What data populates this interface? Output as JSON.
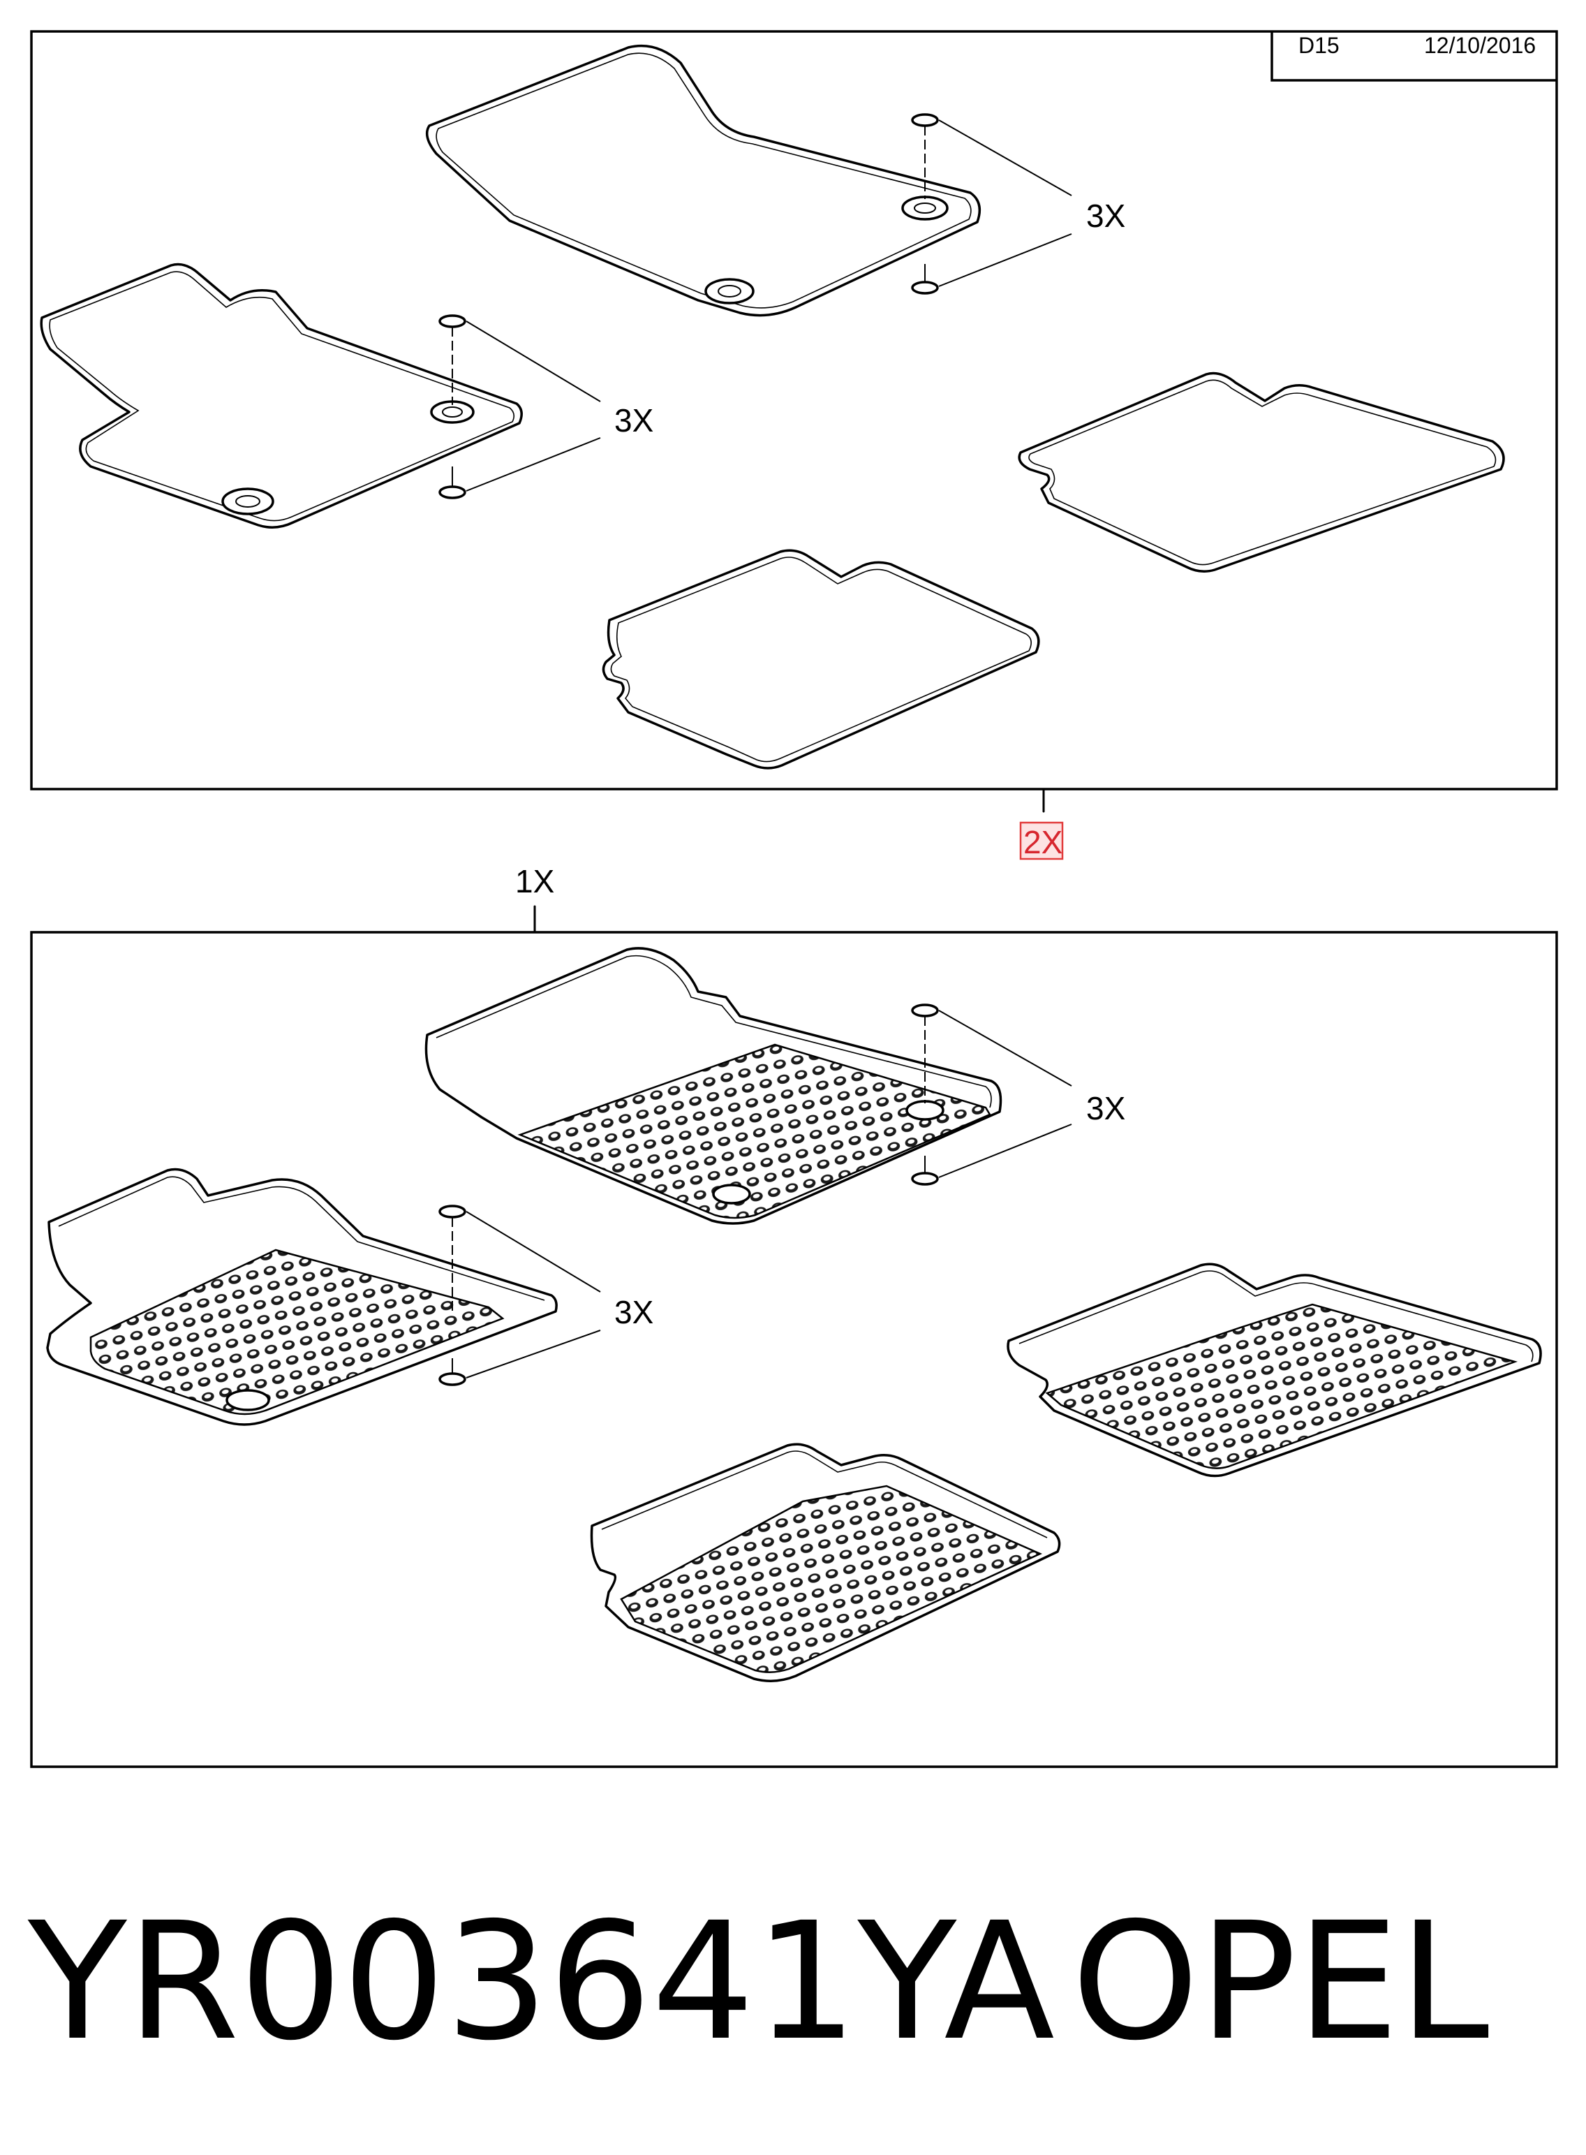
{
  "header": {
    "diagram_code": "D15",
    "date": "12/10/2016"
  },
  "callouts": {
    "upper_front_clip_qty": "3X",
    "upper_rear_clip_qty": "3X",
    "upper_set_qty": "2X",
    "lower_set_qty": "1X",
    "lower_front_clip_qty": "3X",
    "lower_rear_clip_qty": "3X"
  },
  "footer": {
    "part_number": "YR003641YA",
    "brand": "OPEL"
  },
  "colors": {
    "ink": "#000000",
    "highlight_fill": "#fde3e3",
    "highlight_stroke": "#e23b3b",
    "highlight_text": "#d7262e"
  }
}
